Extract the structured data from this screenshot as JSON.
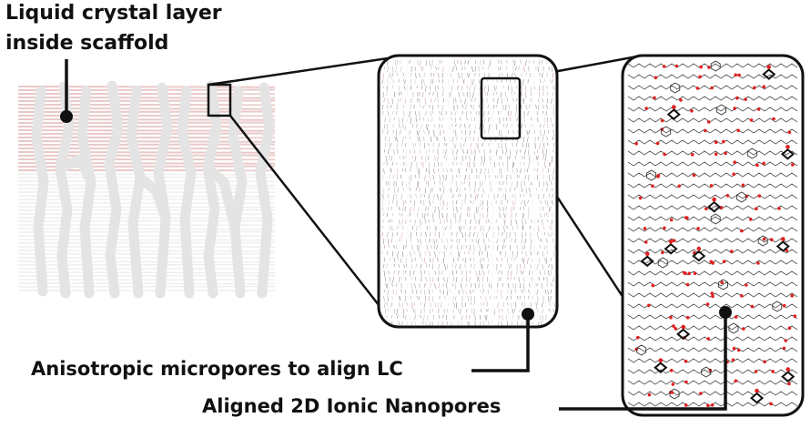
{
  "labels": {
    "title_line_1": "Liquid crystal layer",
    "title_line_2": "inside scaffold",
    "micropores": "Anisotropic micropores to align LC",
    "nanopores": "Aligned 2D Ionic Nanopores"
  },
  "colors": {
    "scaffold_pink": "#e9c9c9",
    "scaffold_strut": "#e6e6e6",
    "lc_dark": "#6b5a5a",
    "atom_red": "#e02020",
    "callout_black": "#111111"
  },
  "icons": {
    "pointer_dots": "filled-circle",
    "panel_shape": "rounded-rectangle"
  }
}
